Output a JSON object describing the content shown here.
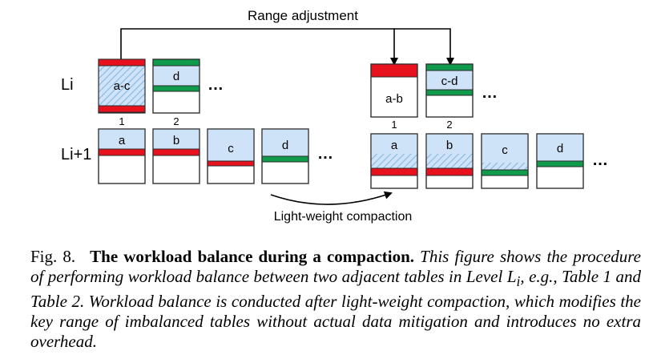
{
  "labels": {
    "range_adjustment": "Range adjustment",
    "light_weight_compaction": "Light-weight compaction",
    "level_i": "Li",
    "level_i1": "Li+1",
    "ellipsis": "…"
  },
  "before": {
    "upper_tables": [
      {
        "label": "a-c",
        "number": "1"
      },
      {
        "label": "d",
        "number": "2"
      }
    ],
    "lower_tables": [
      {
        "label": "a"
      },
      {
        "label": "b"
      },
      {
        "label": "c"
      },
      {
        "label": "d"
      }
    ]
  },
  "after": {
    "upper_tables": [
      {
        "label": "a-b",
        "number": "1"
      },
      {
        "label": "c-d",
        "number": "2"
      }
    ],
    "lower_tables": [
      {
        "label": "a"
      },
      {
        "label": "b"
      },
      {
        "label": "c"
      },
      {
        "label": "d"
      }
    ]
  },
  "colors": {
    "red": "#e8121f",
    "green": "#0f9b4b",
    "blue_fill": "#cfe3f8",
    "hatch": "#7fb4df",
    "border": "#2a2a2a"
  },
  "caption": {
    "fig_label": "Fig. 8.",
    "title": "The workload balance during a compaction.",
    "body_1": "This figure shows the procedure of performing workload balance between two adjacent tables in Level ",
    "body_math": "L",
    "body_sub": "i",
    "body_2": ", e.g., Table 1 and Table 2. Workload balance is conducted after light-weight compaction, which modifies the key range of imbalanced tables without actual data mitigation and introduces no extra overhead."
  }
}
